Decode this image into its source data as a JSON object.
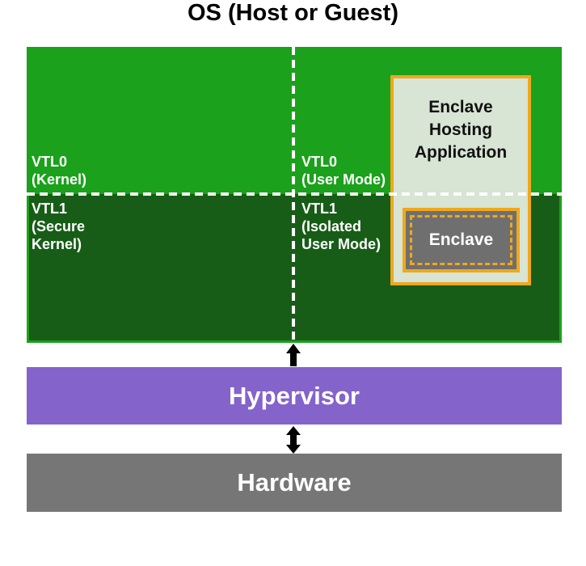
{
  "title": "OS (Host or Guest)",
  "os_box": {
    "vtl0_kernel_label": "VTL0\n(Kernel)",
    "vtl0_user_mode_label": "VTL0\n(User Mode)",
    "vtl1_secure_kernel_label": "VTL1\n(Secure\nKernel)",
    "vtl1_isolated_user_mode_label": "VTL1\n(Isolated\nUser Mode)"
  },
  "enclave_hosting_app": {
    "label": "Enclave\nHosting\nApplication"
  },
  "enclave": {
    "label": "Enclave"
  },
  "hypervisor": {
    "label": "Hypervisor"
  },
  "hardware": {
    "label": "Hardware"
  },
  "colors": {
    "vtl0_green": "#1BA11B",
    "vtl1_dark_green": "#175D17",
    "hosting_app_fill": "#D8E4D4",
    "gold_border": "#EFA81E",
    "enclave_gray": "#6F6F6F",
    "hypervisor_purple": "#8463CB",
    "hardware_gray": "#767676",
    "divider_dash_white": "#FFFFFF",
    "arrow_black": "#000000"
  }
}
